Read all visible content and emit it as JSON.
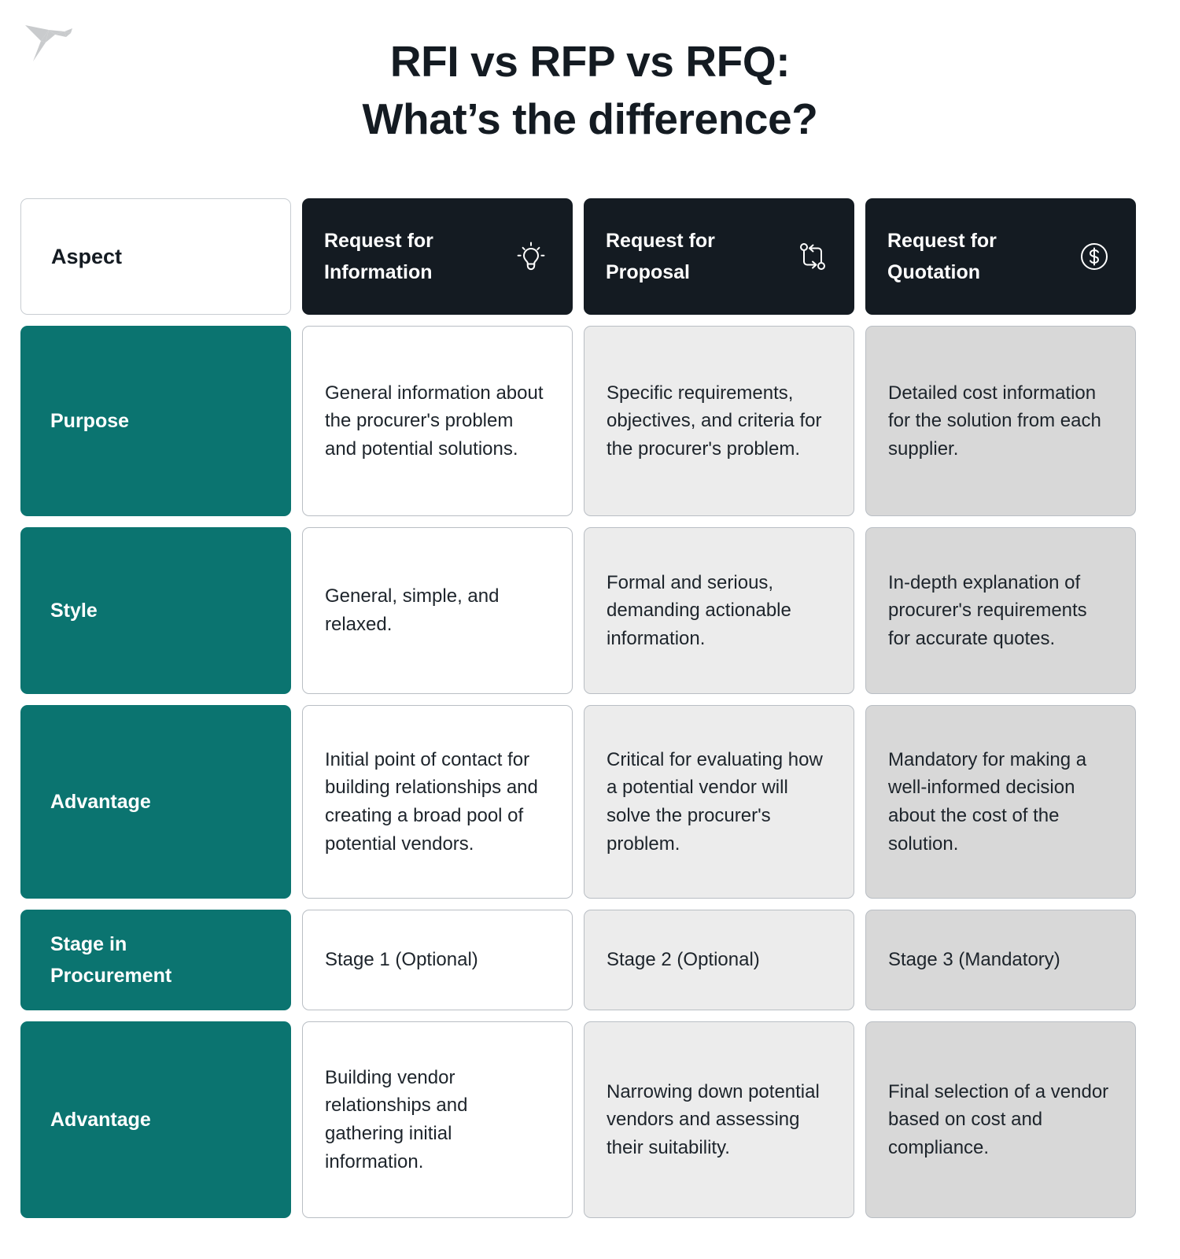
{
  "logo": {
    "icon": "origami-bird-logo",
    "color": "#c9cbcd"
  },
  "title": {
    "line1": "RFI vs RFP vs RFQ:",
    "line2": "What’s the difference?"
  },
  "colors": {
    "accent_teal": "#0b7470",
    "header_dark": "#141b22",
    "col_rfi_bg": "#ffffff",
    "col_rfp_bg": "#ececec",
    "col_rfq_bg": "#d8d8d8",
    "border": "#b9bec4"
  },
  "table": {
    "header": {
      "aspect_label": "Aspect",
      "columns": [
        {
          "label": "Request for\nInformation",
          "icon": "lightbulb-icon"
        },
        {
          "label": "Request for\nProposal",
          "icon": "exchange-arrows-icon"
        },
        {
          "label": "Request for\nQuotation",
          "icon": "dollar-circle-icon"
        }
      ]
    },
    "rows": [
      {
        "aspect": "Purpose",
        "rfi": "General information about the procurer's problem and potential solutions.",
        "rfp": "Specific requirements, objectives, and criteria for the procurer's problem.",
        "rfq": "Detailed cost information for the solution from each supplier."
      },
      {
        "aspect": "Style",
        "rfi": "General, simple, and relaxed.",
        "rfp": "Formal and serious, demanding actionable information.",
        "rfq": "In-depth explanation of procurer's requirements for accurate quotes."
      },
      {
        "aspect": "Advantage",
        "rfi": "Initial point of contact for building relationships and creating a broad pool of potential vendors.",
        "rfp": "Critical for evaluating how a potential vendor will solve the procurer's problem.",
        "rfq": "Mandatory for making a well-informed decision about the cost of the solution."
      },
      {
        "aspect": "Stage in\nProcurement",
        "rfi": "Stage 1 (Optional)",
        "rfp": "Stage 2 (Optional)",
        "rfq": "Stage 3 (Mandatory)"
      },
      {
        "aspect": "Advantage",
        "rfi": "Building vendor relationships and gathering initial information.",
        "rfp": "Narrowing down potential vendors and assessing their suitability.",
        "rfq": "Final selection of a vendor based on cost and compliance."
      }
    ]
  }
}
